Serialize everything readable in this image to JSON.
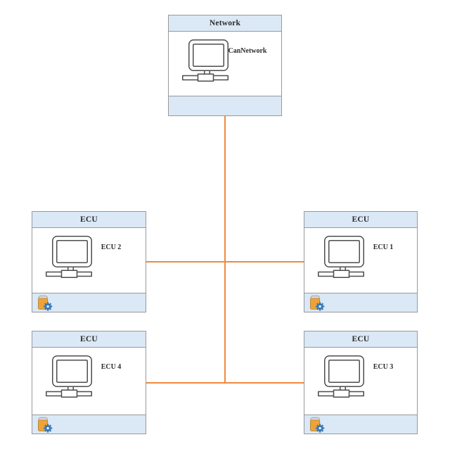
{
  "diagram": {
    "kind": "network-topology",
    "background": "#ffffff"
  },
  "palette": {
    "band_fill": "#dbe8f5",
    "node_fill": "#ffffff",
    "node_border": "#97999c",
    "connector_orange": "#ef8a3e",
    "text_color": "#2b2b2b",
    "icon_stroke": "#4d4d4d",
    "artifact_body": "#eda33c",
    "artifact_lid": "#ccd0d5",
    "gear_blue": "#3878b4"
  },
  "nodes": [
    {
      "id": "network",
      "header": "Network",
      "label": "CanNetwork",
      "has_artifact": false
    },
    {
      "id": "ecu2",
      "header": "ECU",
      "label": "ECU 2",
      "has_artifact": true
    },
    {
      "id": "ecu1",
      "header": "ECU",
      "label": "ECU 1",
      "has_artifact": true
    },
    {
      "id": "ecu4",
      "header": "ECU",
      "label": "ECU 4",
      "has_artifact": true
    },
    {
      "id": "ecu3",
      "header": "ECU",
      "label": "ECU 3",
      "has_artifact": true
    }
  ],
  "connectors": [
    {
      "id": "network-bus",
      "from": "CanNetwork",
      "orientation": "vertical"
    },
    {
      "id": "row1-bus",
      "from": "ECU 2",
      "to": "ECU 1",
      "orientation": "horizontal"
    },
    {
      "id": "row2-bus",
      "from": "ECU 4",
      "to": "ECU 3",
      "orientation": "horizontal"
    }
  ]
}
